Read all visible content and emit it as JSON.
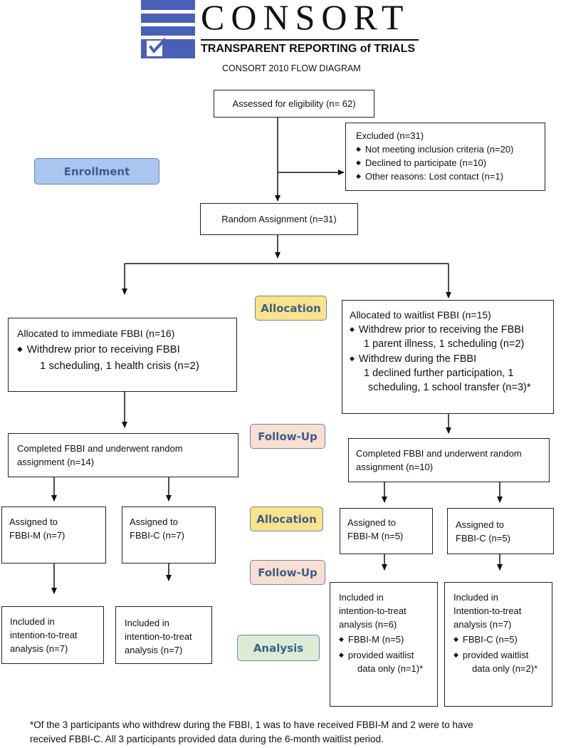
{
  "header": {
    "logo_word": "CONSORT",
    "logo_tagline": "TRANSPARENT REPORTING of TRIALS",
    "diagram_title": "CONSORT 2010 FLOW DIAGRAM"
  },
  "stages": {
    "enrollment": "Enrollment",
    "allocation_1": "Allocation",
    "followup_1": "Follow-Up",
    "allocation_2": "Allocation",
    "followup_2": "Follow-Up",
    "analysis": "Analysis"
  },
  "boxes": {
    "assessed": "Assessed for eligibility (n= 62)",
    "excluded": {
      "title": "Excluded (n=31)",
      "items": [
        "Not meeting inclusion criteria (n=20)",
        "Declined to participate (n=10)",
        "Other reasons: Lost contact (n=1)"
      ]
    },
    "random_assignment": "Random Assignment (n=31)",
    "immediate": {
      "title": "Allocated to immediate FBBI (n=16)",
      "bullet": "Withdrew prior to receiving FBBI",
      "detail": "1 scheduling, 1 health crisis (n=2)"
    },
    "waitlist": {
      "title": "Allocated to waitlist FBBI (n=15)",
      "bullet1": "Withdrew prior to receiving the FBBI",
      "detail1": "1 parent illness, 1 scheduling (n=2)",
      "bullet2": "Withdrew during the FBBI",
      "detail2a": "1 declined further participation, 1",
      "detail2b": "scheduling, 1 school transfer (n=3)*"
    },
    "completed_left": {
      "line1": "Completed FBBI and underwent random",
      "line2": "assignment (n=14)"
    },
    "completed_right": {
      "line1": "Completed FBBI and underwent random",
      "line2": "assignment (n=10)"
    },
    "assigned_lm": {
      "line1": "Assigned to",
      "line2": "FBBI-M (n=7)"
    },
    "assigned_lc": {
      "line1": "Assigned to",
      "line2": "FBBI-C (n=7)"
    },
    "assigned_rm": {
      "line1": "Assigned to",
      "line2": "FBBI-M (n=5)"
    },
    "assigned_rc": {
      "line1": "Assigned to",
      "line2": "FBBI-C (n=5)"
    },
    "analysis_lm": {
      "line1": "Included in",
      "line2": "intention-to-treat",
      "line3": "analysis (n=7)"
    },
    "analysis_lc": {
      "line1": "Included in",
      "line2": "intention-to-treat",
      "line3": "analysis (n=7)"
    },
    "analysis_rm": {
      "line1": "Included in",
      "line2": "intention-to-treat",
      "line3": "analysis (n=6)",
      "bullet1": "FBBI-M (n=5)",
      "bullet2": "provided waitlist",
      "bullet2b": "data only (n=1)*"
    },
    "analysis_rc": {
      "line1": "Included in",
      "line2": "Intention-to-treat",
      "line3": "analysis (n=7)",
      "bullet1": "FBBI-C (n=5)",
      "bullet2": "provided waitlist",
      "bullet2b": "data only (n=2)*"
    }
  },
  "footnote": {
    "line1": "*Of the 3 participants who withdrew during the FBBI, 1 was to have received FBBI-M and 2 were to have",
    "line2": "received FBBI-C.  All 3 participants provided data during the 6-month waitlist period."
  }
}
